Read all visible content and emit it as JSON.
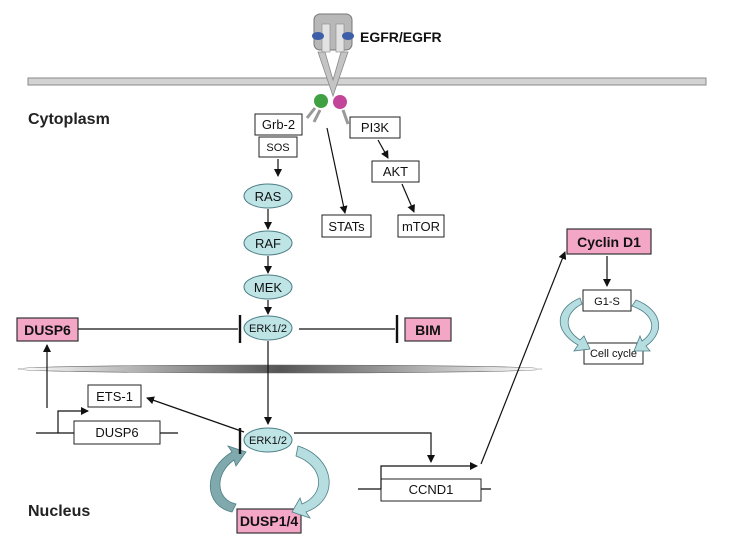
{
  "receptor": {
    "label": "EGFR/EGFR"
  },
  "regions": {
    "cytoplasm": "Cytoplasm",
    "nucleus": "Nucleus"
  },
  "nodes": {
    "grb2": "Grb-2",
    "sos": "SOS",
    "pi3k": "PI3K",
    "akt": "AKT",
    "stats": "STATs",
    "mtor": "mTOR",
    "ras": "RAS",
    "raf": "RAF",
    "mek": "MEK",
    "erk_cyto": "ERK1/2",
    "erk_nuc": "ERK1/2",
    "dusp6": "DUSP6",
    "bim": "BIM",
    "cyclin_d1": "Cyclin D1",
    "g1s": "G1-S",
    "cell_cycle": "Cell cycle",
    "ets1": "ETS-1",
    "dusp6_gene": "DUSP6",
    "ccnd1": "CCND1",
    "dusp14": "DUSP1/4"
  },
  "colors": {
    "highlight": "#f4a6c6",
    "kinase": "#bfe4e6",
    "cycle_arrow": "#b6dde0",
    "feedback_arrow": "#7fa9ad",
    "membrane": "#d3d3d3"
  }
}
